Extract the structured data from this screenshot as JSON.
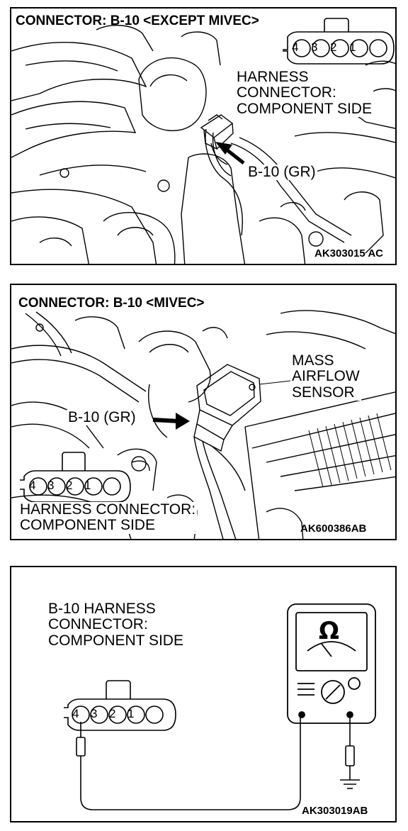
{
  "panel1": {
    "title": "CONNECTOR: B-10 <EXCEPT MIVEC>",
    "pins": [
      "4",
      "3",
      "2",
      "1"
    ],
    "harness_label": "HARNESS\nCONNECTOR:\nCOMPONENT SIDE",
    "connector_label": "B-10 (GR)",
    "figure_code": "AK303015 AC"
  },
  "panel2": {
    "title": "CONNECTOR: B-10 <MIVEC>",
    "pins": [
      "4",
      "3",
      "2",
      "1"
    ],
    "sensor_label": "MASS\nAIRFLOW\nSENSOR",
    "connector_label": "B-10 (GR)",
    "harness_label": "HARNESS CONNECTOR:\nCOMPONENT SIDE",
    "figure_code": "AK600386AB"
  },
  "panel3": {
    "harness_label": "B-10 HARNESS\nCONNECTOR:\nCOMPONENT SIDE",
    "pins": [
      "4",
      "3",
      "2",
      "1"
    ],
    "meter_symbol": "Ω",
    "meter_icon": "ohmmeter-icon",
    "ground_icon": "ground-icon",
    "figure_code": "AK303019AB"
  }
}
